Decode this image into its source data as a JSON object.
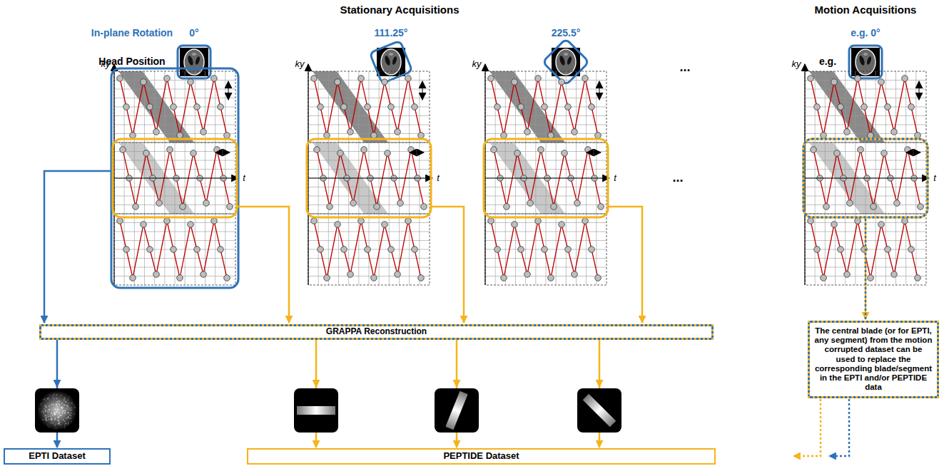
{
  "diagram": {
    "nodes": [
      {
        "text": [
          "GRAPPA Reconstruction"
        ]
      },
      {
        "text": [
          "The central blade (or for EPTI, any segment) from the motion corrupted dataset can be used to replace the corresponding blade/segment in the EPTI and/or PEPTIDE data"
        ]
      },
      {
        "text": [
          "EPTI Dataset"
        ]
      },
      {
        "text": [
          "PEPTIDE Dataset"
        ]
      }
    ],
    "edges": [
      {
        "from": 0,
        "to": 2,
        "arrow": "to"
      },
      {
        "from": 0,
        "to": 3,
        "arrow": "to"
      },
      {
        "from": 0,
        "to": 3,
        "arrow": "to"
      },
      {
        "from": 0,
        "to": 3,
        "arrow": "to"
      }
    ],
    "labels": [
      "Stationary Acquisitions",
      "Motion Acquisitions",
      "In-plane Rotation",
      "0°",
      "111.25°",
      "225.5°",
      "e.g. 0°",
      "Head Position",
      "e.g.",
      "...",
      "...",
      "ky",
      "ky",
      "ky",
      "ky",
      "t",
      "t",
      "t",
      "t"
    ]
  }
}
